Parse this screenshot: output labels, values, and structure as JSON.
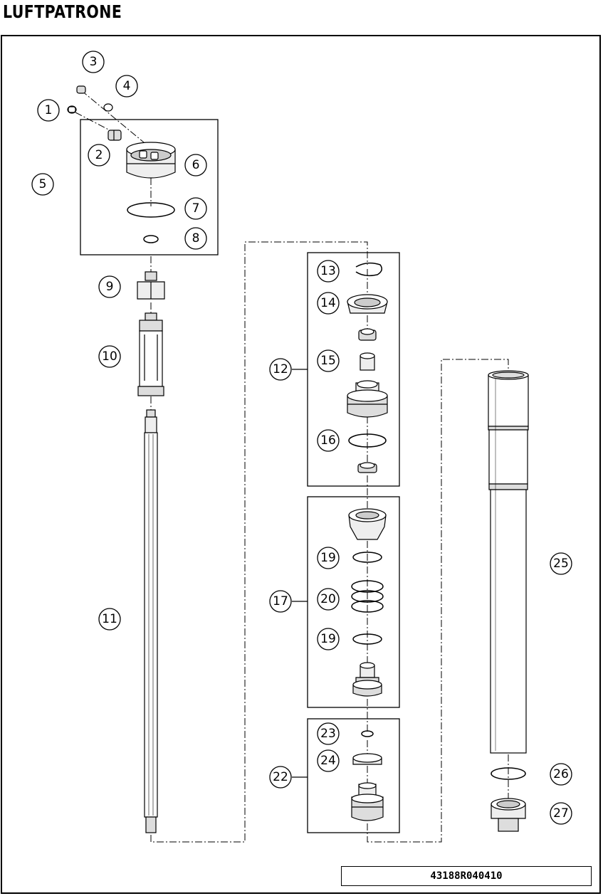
{
  "title": "LUFTPATRONE",
  "diagram_code": "43188R040410",
  "part_labels": [
    "1",
    "2",
    "3",
    "4",
    "5",
    "6",
    "7",
    "8",
    "9",
    "10",
    "11",
    "12",
    "13",
    "14",
    "15",
    "16",
    "17",
    "19",
    "20",
    "19",
    "22",
    "23",
    "24",
    "25",
    "26",
    "27"
  ],
  "colors": {
    "ink": "#000000",
    "background": "#ffffff",
    "part_gray": "#dddddd"
  }
}
